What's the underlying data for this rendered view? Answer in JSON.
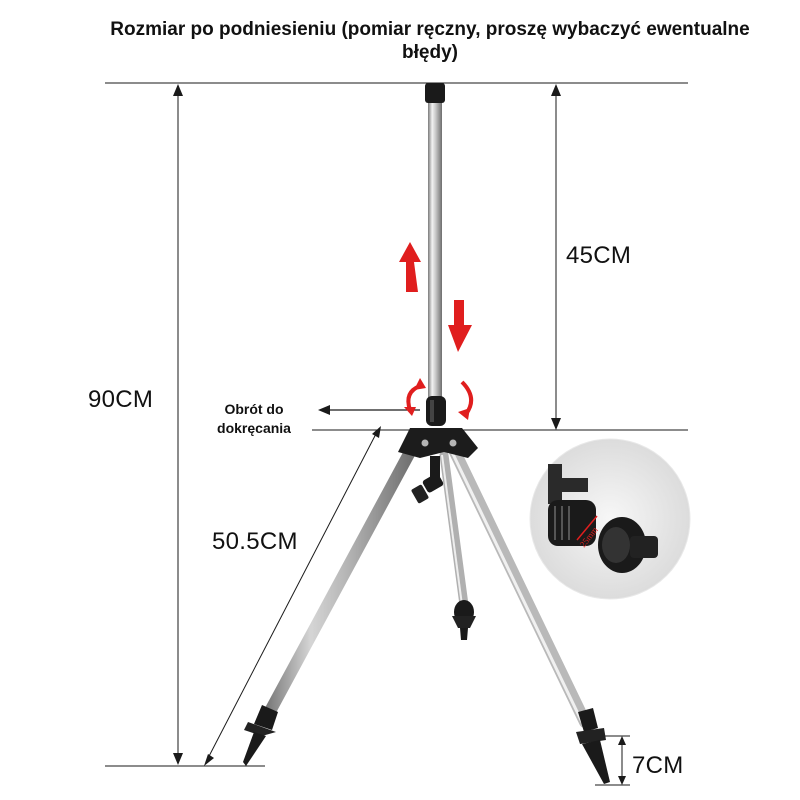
{
  "title": "Rozmiar po podniesieniu (pomiar ręczny, proszę wybaczyć ewentualne błędy)",
  "dimensions": {
    "total_height": "90CM",
    "upper_pole": "45CM",
    "leg_length": "50.5CM",
    "foot_height": "7CM"
  },
  "note": {
    "line1": "Obrót do",
    "line2": "dokręcania"
  },
  "inset": {
    "thread_size": "25mm"
  },
  "colors": {
    "arrow_red": "#e01e1e",
    "dim_line": "#1a1a1a",
    "steel_light": "#e4e4e4",
    "steel_dark": "#8a8a8a",
    "plastic": "#1a1a1a"
  }
}
